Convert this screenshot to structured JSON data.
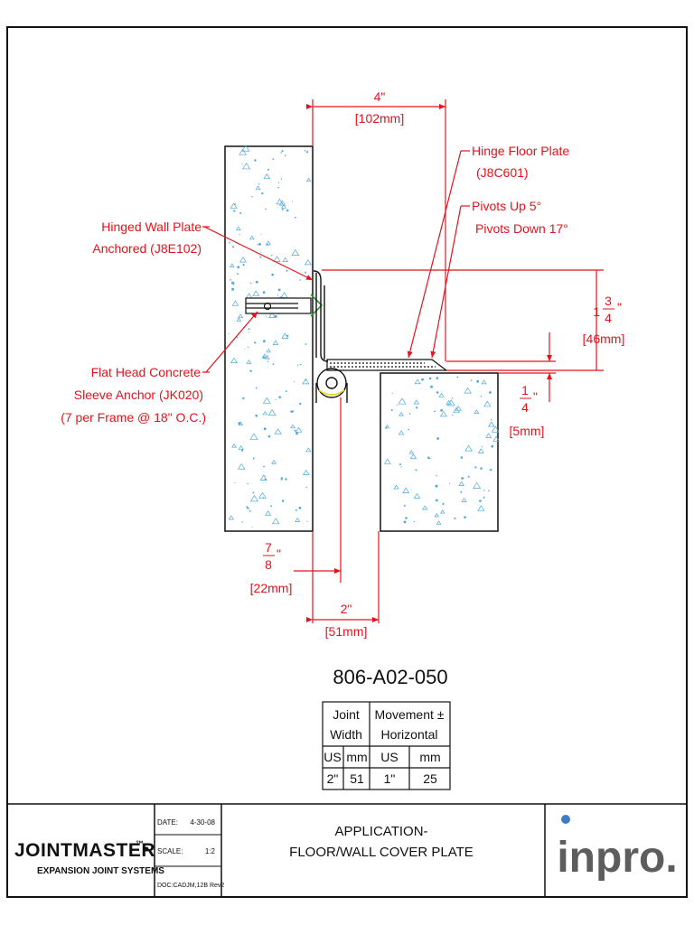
{
  "colors": {
    "annotation": "#e8111b",
    "concrete_speckle": "#4fa9dc",
    "linework": "#111111",
    "anchor_highlight": "#2a9d2a",
    "pivot_highlight": "#e8d21b",
    "inpro_gray": "#5d5d5d",
    "inpro_dot": "#3d7fc4"
  },
  "dimensions": {
    "top_width": {
      "in": "4\"",
      "mm": "[102mm]"
    },
    "height": {
      "whole": "1",
      "num": "3",
      "den": "4",
      "unit": "\"",
      "mm": "[46mm]"
    },
    "gap": {
      "num": "1",
      "den": "4",
      "unit": "\"",
      "mm": "[5mm]"
    },
    "offset": {
      "num": "7",
      "den": "8",
      "unit": "\"",
      "mm": "[22mm]"
    },
    "bottom_width": {
      "in": "2\"",
      "mm": "[51mm]"
    }
  },
  "callouts": {
    "hinge_floor_plate": [
      "Hinge Floor Plate",
      "(J8C601)"
    ],
    "pivots": [
      "Pivots Up 5°",
      "Pivots Down 17°"
    ],
    "hinged_wall_plate": [
      "Hinged Wall Plate",
      "Anchored (J8E102)"
    ],
    "anchor": [
      "Flat Head Concrete",
      "Sleeve Anchor (JK020)",
      "(7 per Frame @ 18\" O.C.)"
    ]
  },
  "part_number": "806-A02-050",
  "table": {
    "header_joint": [
      "Joint",
      "Width"
    ],
    "header_movement": [
      "Movement ±",
      "Horizontal"
    ],
    "units": [
      "US",
      "mm",
      "US",
      "mm"
    ],
    "row": [
      "2\"",
      "51",
      "1\"",
      "25"
    ]
  },
  "title_block": {
    "brand": "JOINTMASTER",
    "brand_mark": "™",
    "brand_sub": "EXPANSION JOINT SYSTEMS",
    "date_label": "DATE:",
    "date_value": "4-30-08",
    "scale_label": "SCALE:",
    "scale_value": "1:2",
    "doc_value": "DOC:CADJM,12B Rev2",
    "title": [
      "APPLICATION-",
      "FLOOR/WALL COVER PLATE"
    ],
    "logo": "inpro."
  }
}
